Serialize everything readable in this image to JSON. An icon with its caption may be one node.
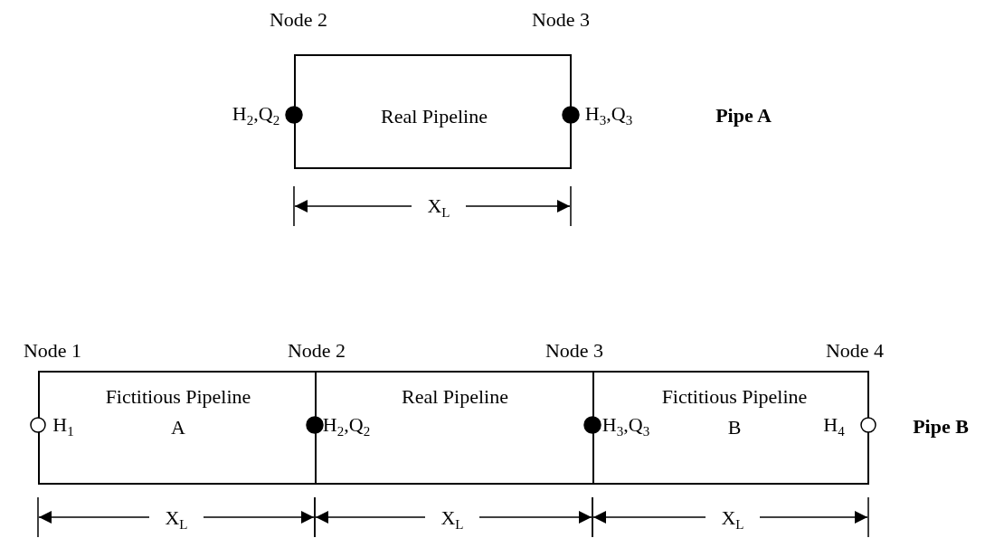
{
  "diagram": {
    "nodes": [
      {
        "text": [
          "Real Pipeline"
        ]
      },
      {
        "text": [
          "Fictitious Pipeline",
          "A"
        ]
      },
      {
        "text": [
          "Real Pipeline"
        ]
      },
      {
        "text": [
          "Fictitious Pipeline",
          "B"
        ]
      }
    ],
    "edges": [],
    "labels": [
      "Node 2",
      "Node 3",
      "H$_{2}$,Q$_{2}$",
      "H$_{3}$,Q$_{3}$",
      "Pipe A",
      "X$_{L}$",
      "Node 1",
      "Node 2",
      "Node 3",
      "Node 4",
      "H$_{1}$",
      "H$_{2}$,Q$_{2}$",
      "H$_{3}$,Q$_{3}$",
      "H$_{4}$",
      "Pipe B",
      "X$_{L}$",
      "X$_{L}$",
      "X$_{L}$"
    ]
  }
}
